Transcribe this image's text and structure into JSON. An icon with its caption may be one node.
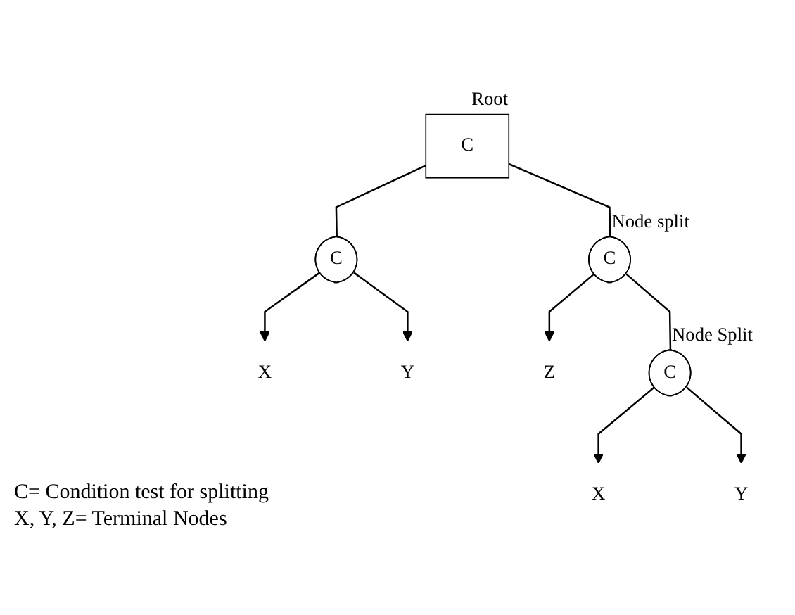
{
  "diagram": {
    "nodes": [
      {
        "text": [
          "C"
        ],
        "beside": [
          "Root"
        ]
      },
      {
        "text": [
          "C"
        ]
      },
      {
        "text": [
          "C"
        ],
        "beside": [
          "Node split"
        ]
      },
      {
        "text": [
          "X"
        ]
      },
      {
        "text": [
          "Y"
        ]
      },
      {
        "text": [
          "Z"
        ]
      },
      {
        "text": [
          "C"
        ],
        "beside": [
          "Node Split"
        ]
      },
      {
        "text": [
          "X"
        ]
      },
      {
        "text": [
          "Y"
        ]
      }
    ],
    "edges": [
      {
        "from": 0,
        "to": 1,
        "arrow": "none"
      },
      {
        "from": 0,
        "to": 2,
        "arrow": "none"
      },
      {
        "from": 1,
        "to": 3,
        "arrow": "to"
      },
      {
        "from": 1,
        "to": 4,
        "arrow": "to"
      },
      {
        "from": 2,
        "to": 5,
        "arrow": "to"
      },
      {
        "from": 2,
        "to": 6,
        "arrow": "none"
      },
      {
        "from": 6,
        "to": 7,
        "arrow": "to"
      },
      {
        "from": 6,
        "to": 8,
        "arrow": "to"
      }
    ],
    "labels": [
      "C= Condition test for splitting",
      "X, Y, Z= Terminal Nodes"
    ]
  }
}
